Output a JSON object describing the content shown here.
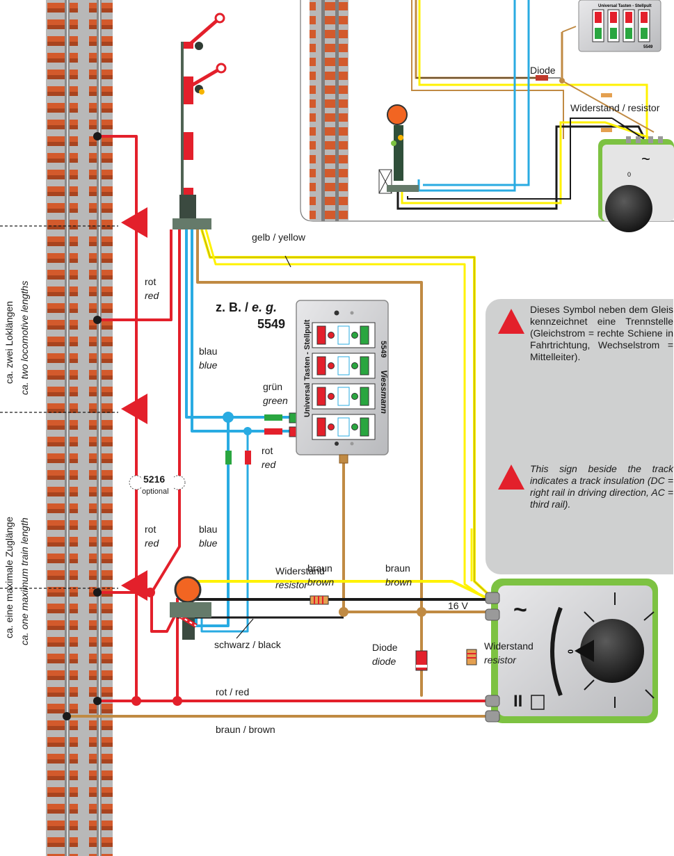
{
  "labels": {
    "yellow": "gelb / yellow",
    "red_de": "rot",
    "red_en": "red",
    "blue_de": "blau",
    "blue_en": "blue",
    "green_de": "grün",
    "green_en": "green",
    "brown_de": "braun",
    "brown_en": "brown",
    "diode_de": "Diode",
    "diode_en": "diode",
    "resistor_de": "Widerstand",
    "resistor_en": "resistor",
    "black": "schwarz / black",
    "red_bottom": "rot / red",
    "brown_bottom": "braun / brown",
    "voltage": "16 V",
    "eg_prefix": "z. B. / ",
    "eg_italic": "e. g.",
    "eg_model": "5549",
    "model_5216": "5216",
    "optional": "optional",
    "inset_diode": "Diode",
    "inset_resistor": "Widerstand / resistor"
  },
  "dimensions": {
    "two_loco_de": "ca. zwei Loklängen",
    "two_loco_en": "ca. two locomotive lengths",
    "train_de": "ca. eine maximale Zuglänge",
    "train_en": "ca. one maximum train length"
  },
  "panel": {
    "side_title": "Universal Tasten - Stellpult",
    "number": "5549",
    "brand": "Viessmann",
    "inset_title": "Universal Tasten - Stellpult",
    "inset_number": "5549"
  },
  "notes": {
    "de": "Dieses Symbol neben dem Gleis kennzeichnet eine Trennstelle (Gleichstrom = rechte Schiene in Fahrtrichtung, Wechselstrom = Mittelleiter).",
    "en": "This sign beside the track indicates a track insulation (DC = right rail in driving direction, AC = third rail)."
  },
  "transformer": {
    "ac_symbol": "~",
    "dc_symbol": "II",
    "zero": "0"
  },
  "colors": {
    "red": "#e3202b",
    "blue": "#29abe2",
    "yellow": "#fff200",
    "brown": "#c08a43",
    "black": "#1a1a1a",
    "green": "#2aa640",
    "transformer": "#7dc242"
  }
}
